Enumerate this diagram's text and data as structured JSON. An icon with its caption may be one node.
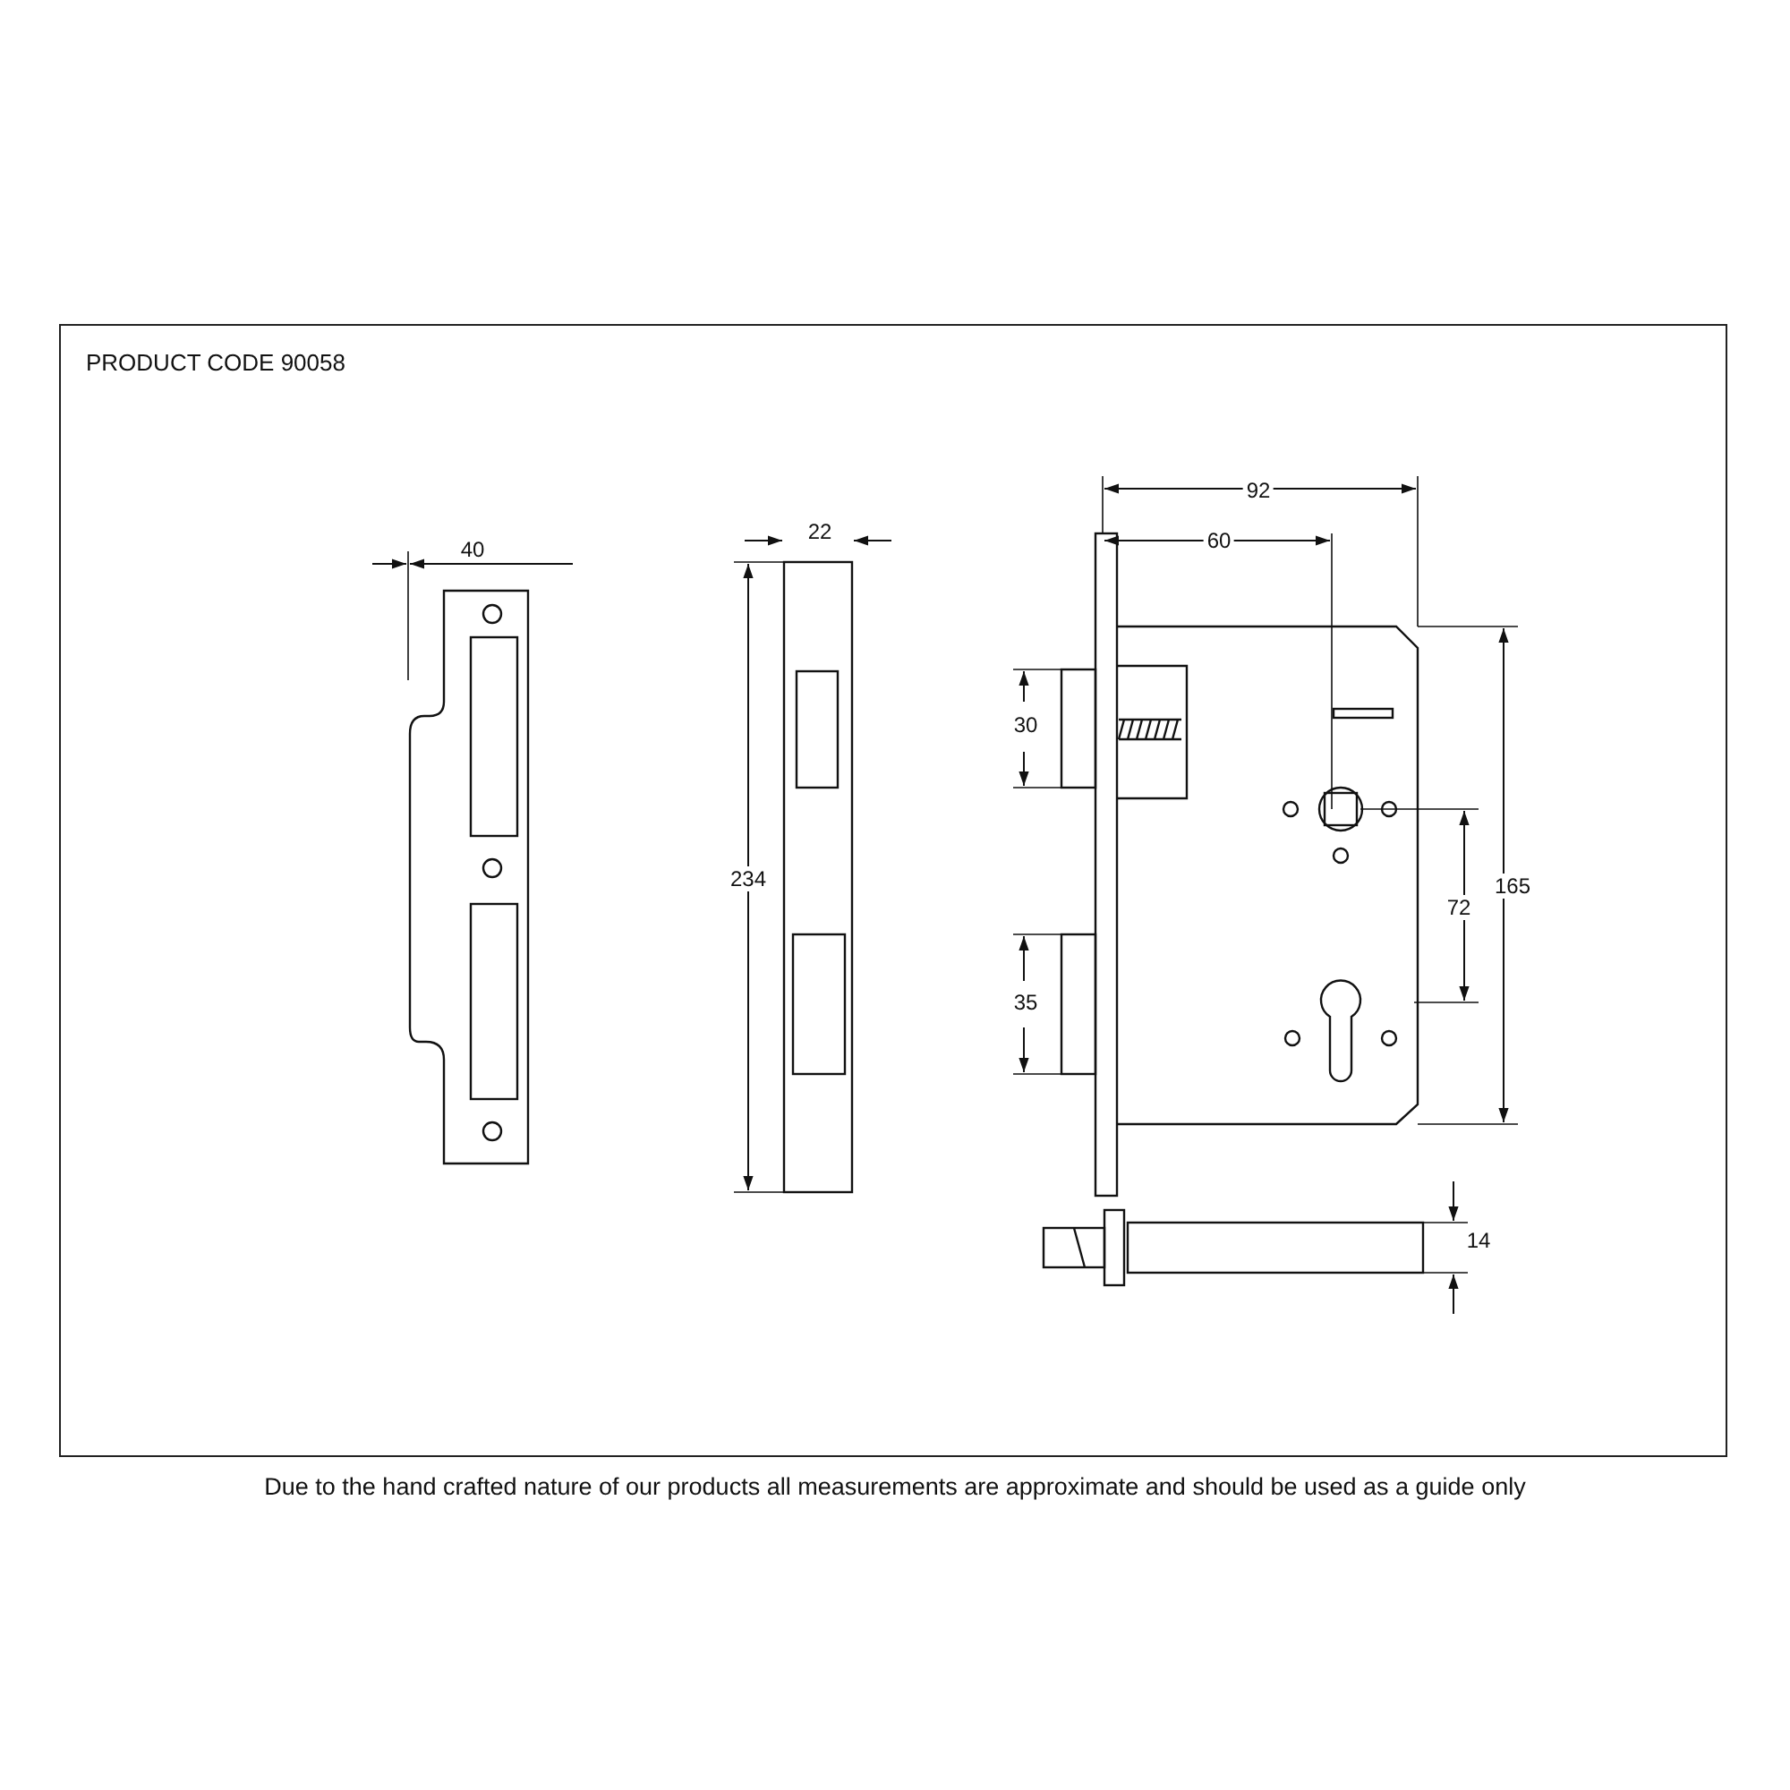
{
  "diagram": {
    "title": "PRODUCT CODE 90058",
    "caption": "Due to the hand crafted nature of our products all measurements are approximate and should be used as a guide only",
    "labels": [
      "92",
      "40",
      "22",
      "60",
      "30",
      "234",
      "165",
      "72",
      "35",
      "14"
    ]
  }
}
